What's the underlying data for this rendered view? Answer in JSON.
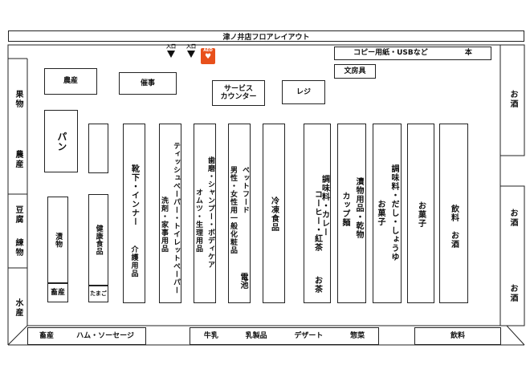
{
  "title": "津ノ井店フロアレイアウト",
  "entrances": [
    "入口",
    "入口"
  ],
  "aed_label": "AED",
  "top_sections": {
    "copy_usb": "コピー用紙・USBなど",
    "books": "本",
    "stationery": "文房具",
    "farm_produce": "農産",
    "events": "催事",
    "service_counter": "サービス\nカウンター",
    "register": "レジ"
  },
  "left_wall": {
    "fruit": "果物",
    "produce": "農産",
    "tofu": "豆腐",
    "nerimono": "練物",
    "seafood": "水産"
  },
  "right_wall": {
    "sake_1": "お酒",
    "sake_2": "お酒",
    "sake_3": "お酒"
  },
  "left_blocks": {
    "bread": "パン",
    "pickles": "漬物",
    "livestock_small": "畜産",
    "health_food": "健康食品",
    "eggs": "たまご"
  },
  "aisles": {
    "socks": "靴下・インナー",
    "nursing": "介護用品",
    "tissue": "ティッシュペーパー・トイレットペーパー",
    "detergent": "洗剤・家事用品",
    "toothpaste": "歯磨・シャンプー・ボディケア",
    "diapers": "オムツ・生理用品",
    "pet_food": "ペットフード",
    "cosmetics": "男性・女性用一般化粧品",
    "battery": "電池",
    "frozen": "冷凍食品",
    "coffee": "コーヒー・紅茶",
    "tea": "お茶",
    "seasoning_curry": "調味料・カレー",
    "pickled_dried": "漬物用品・乾物",
    "cup_noodle": "カップ麺",
    "seasoning_dashi": "調味料・だし・しょうゆ",
    "sweets_1": "お菓子",
    "sweets_2": "お菓子",
    "drinks_sake": "飲料　お酒"
  },
  "bottom_wall": {
    "livestock": "畜産",
    "ham": "ハム・ソーセージ",
    "milk": "牛乳",
    "dairy": "乳製品",
    "dessert": "デザート",
    "deli": "惣菜",
    "drinks": "飲料"
  }
}
